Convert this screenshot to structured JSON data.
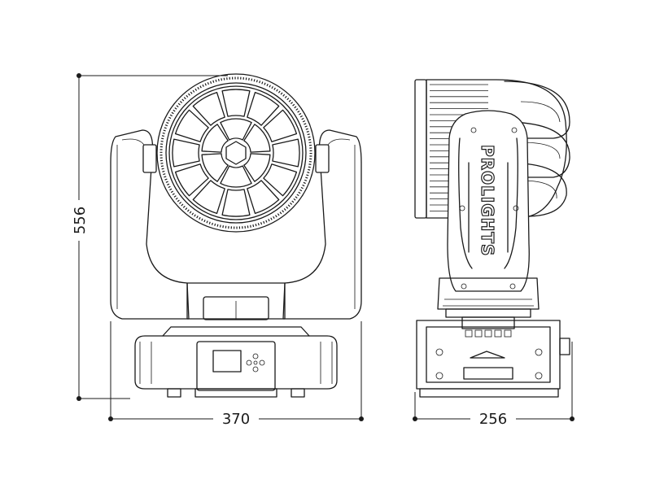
{
  "dimensions": {
    "height": "556",
    "width": "370",
    "depth": "256"
  },
  "brand_label": "PROLIGHTS",
  "colors": {
    "line": "#1a1a1a",
    "background": "#ffffff"
  }
}
